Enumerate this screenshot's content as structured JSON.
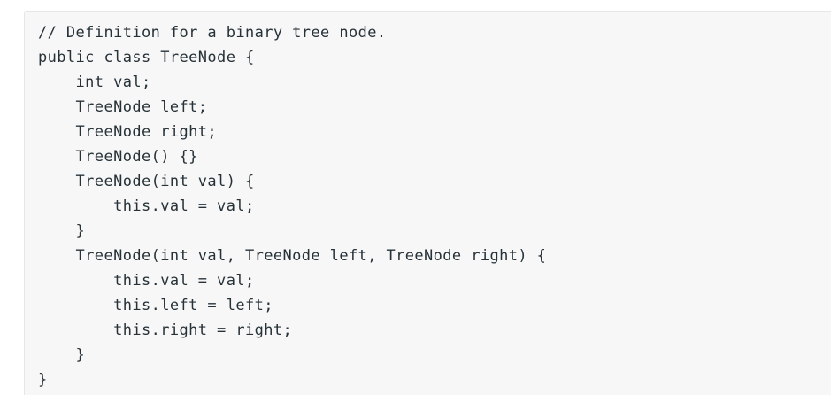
{
  "code": {
    "lines": [
      "// Definition for a binary tree node.",
      "public class TreeNode {",
      "    int val;",
      "    TreeNode left;",
      "    TreeNode right;",
      "    TreeNode() {}",
      "    TreeNode(int val) {",
      "        this.val = val;",
      "    }",
      "    TreeNode(int val, TreeNode left, TreeNode right) {",
      "        this.val = val;",
      "        this.left = left;",
      "        this.right = right;",
      "    }",
      "}"
    ],
    "text_color": "#263238",
    "background_color": "#f7f7f7"
  }
}
